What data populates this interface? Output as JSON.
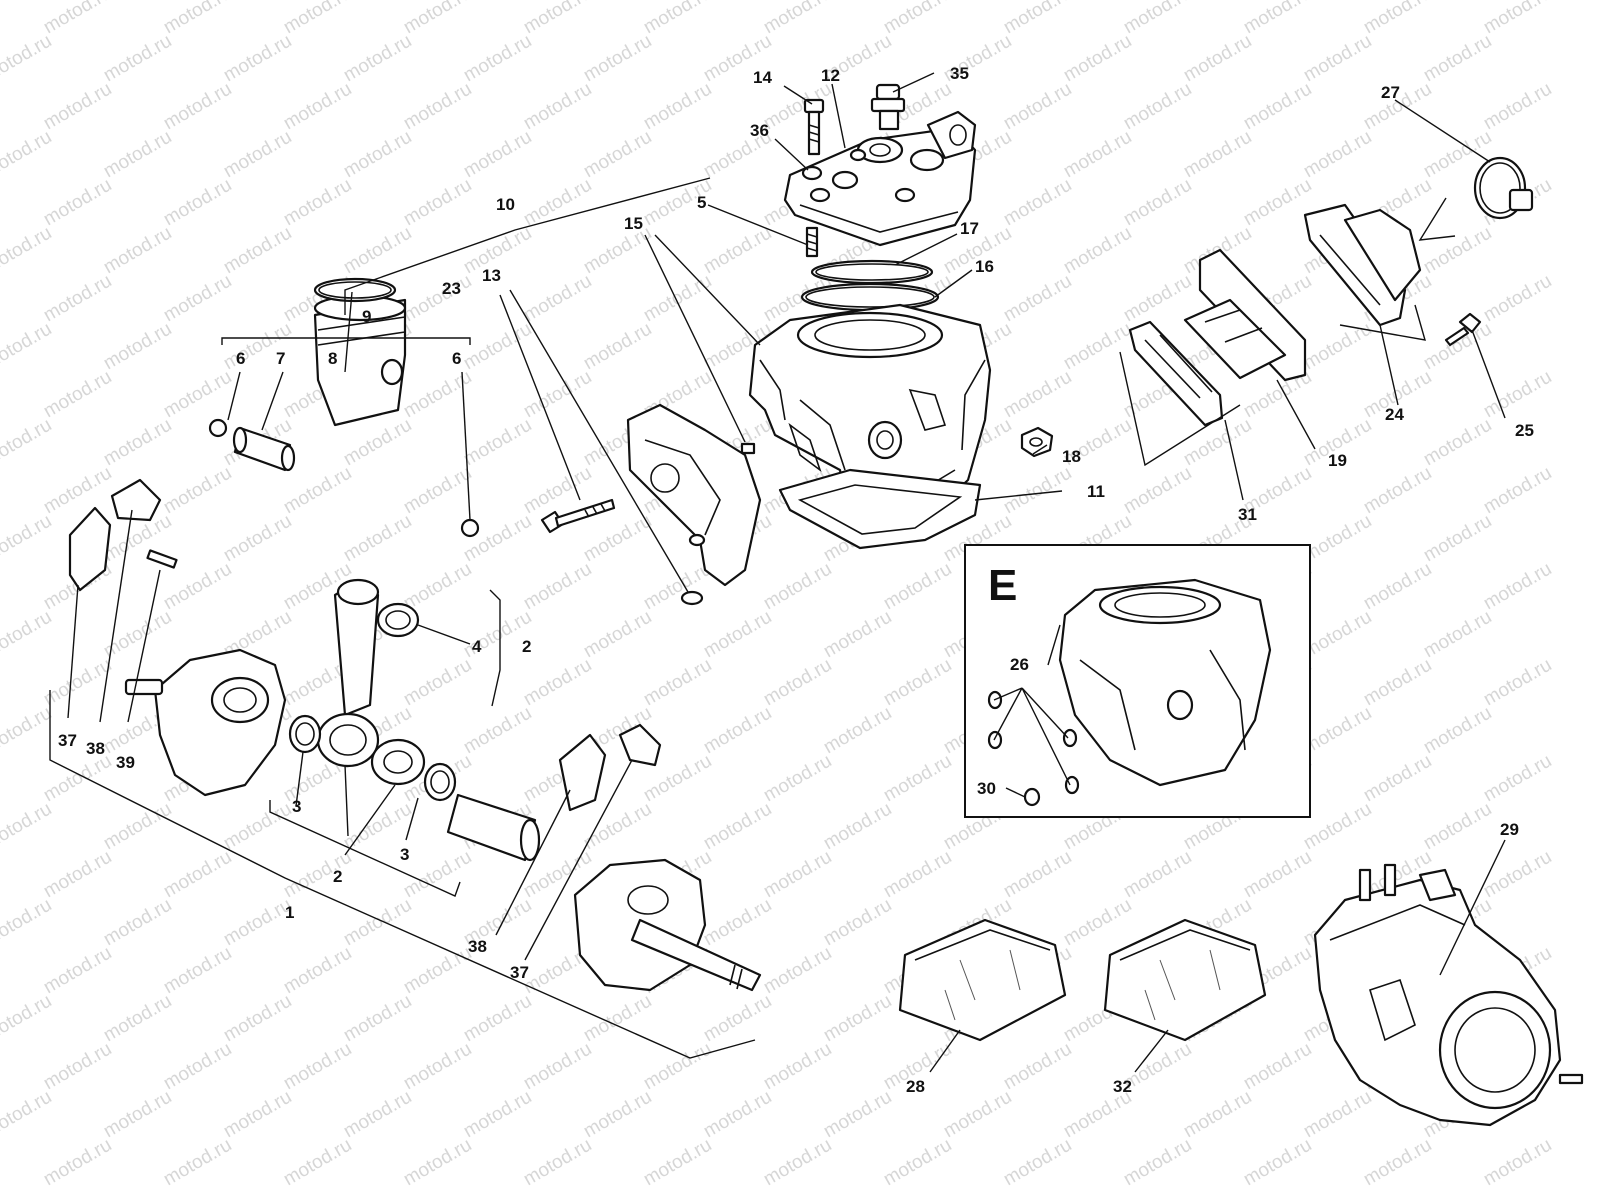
{
  "watermark": {
    "text": "motod.ru"
  },
  "inset": {
    "letter": "E"
  },
  "callouts": [
    {
      "id": "c1",
      "text": "1"
    },
    {
      "id": "c2a",
      "text": "2"
    },
    {
      "id": "c2b",
      "text": "2"
    },
    {
      "id": "c3a",
      "text": "3"
    },
    {
      "id": "c3b",
      "text": "3"
    },
    {
      "id": "c4",
      "text": "4"
    },
    {
      "id": "c5",
      "text": "5"
    },
    {
      "id": "c6a",
      "text": "6"
    },
    {
      "id": "c6b",
      "text": "6"
    },
    {
      "id": "c7",
      "text": "7"
    },
    {
      "id": "c8",
      "text": "8"
    },
    {
      "id": "c9",
      "text": "9"
    },
    {
      "id": "c10",
      "text": "10"
    },
    {
      "id": "c11",
      "text": "11"
    },
    {
      "id": "c12",
      "text": "12"
    },
    {
      "id": "c13",
      "text": "13"
    },
    {
      "id": "c14",
      "text": "14"
    },
    {
      "id": "c15",
      "text": "15"
    },
    {
      "id": "c16",
      "text": "16"
    },
    {
      "id": "c17",
      "text": "17"
    },
    {
      "id": "c18",
      "text": "18"
    },
    {
      "id": "c19",
      "text": "19"
    },
    {
      "id": "c23",
      "text": "23"
    },
    {
      "id": "c24",
      "text": "24"
    },
    {
      "id": "c25",
      "text": "25"
    },
    {
      "id": "c26",
      "text": "26"
    },
    {
      "id": "c27",
      "text": "27"
    },
    {
      "id": "c28",
      "text": "28"
    },
    {
      "id": "c29",
      "text": "29"
    },
    {
      "id": "c30",
      "text": "30"
    },
    {
      "id": "c31",
      "text": "31"
    },
    {
      "id": "c32",
      "text": "32"
    },
    {
      "id": "c35",
      "text": "35"
    },
    {
      "id": "c36",
      "text": "36"
    },
    {
      "id": "c37a",
      "text": "37"
    },
    {
      "id": "c37b",
      "text": "37"
    },
    {
      "id": "c38a",
      "text": "38"
    },
    {
      "id": "c38b",
      "text": "38"
    },
    {
      "id": "c39",
      "text": "39"
    }
  ]
}
